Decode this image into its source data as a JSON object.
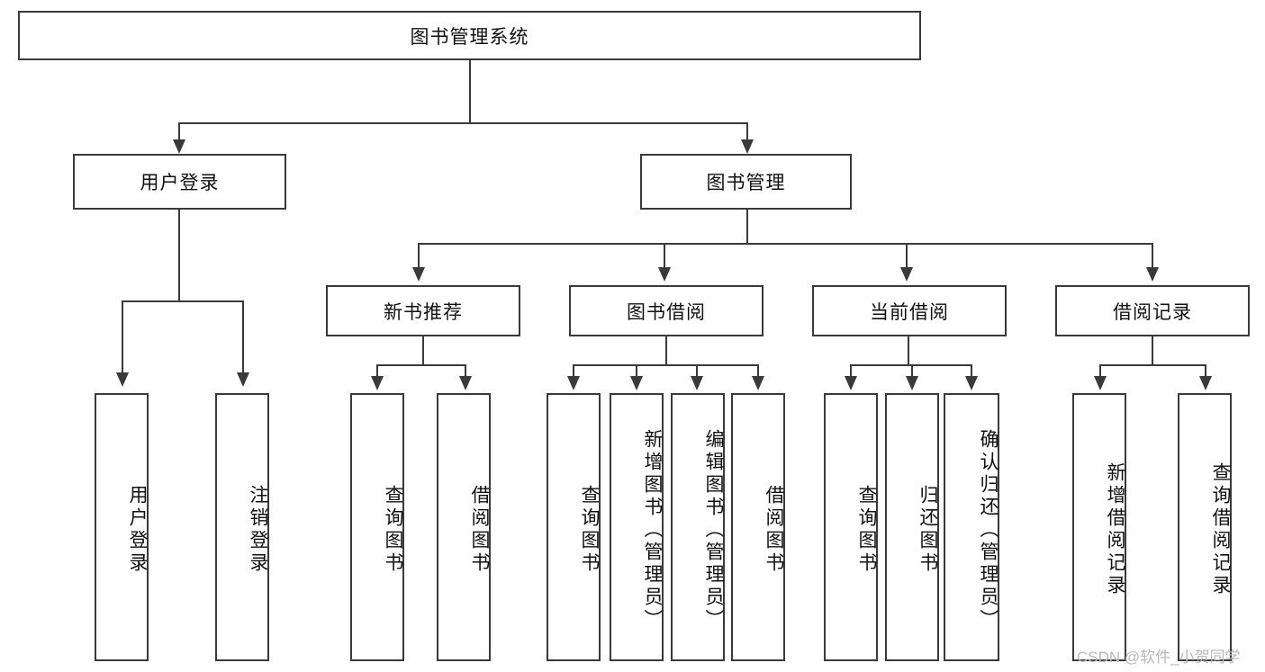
{
  "diagram": {
    "title": "图书管理系统",
    "type": "tree-hierarchy-diagram",
    "colors": {
      "line": "#3a3a3a",
      "box_fill": "#ffffff",
      "text": "#111111",
      "watermark": "#b9b9b9",
      "background": "#ffffff"
    },
    "root": {
      "label": "图书管理系统"
    },
    "level2": [
      {
        "label": "用户登录"
      },
      {
        "label": "图书管理"
      }
    ],
    "level3": [
      {
        "label": "新书推荐"
      },
      {
        "label": "图书借阅"
      },
      {
        "label": "当前借阅"
      },
      {
        "label": "借阅记录"
      }
    ],
    "leaves": {
      "user_login": [
        {
          "label": "用户登录"
        },
        {
          "label": "注销登录"
        }
      ],
      "new_book_recommend": [
        {
          "label": "查询图书"
        },
        {
          "label": "借阅图书"
        }
      ],
      "book_borrow": [
        {
          "label": "查询图书"
        },
        {
          "label": "新增图书（管理员）"
        },
        {
          "label": "编辑图书（管理员）"
        },
        {
          "label": "借阅图书"
        }
      ],
      "current_borrow": [
        {
          "label": "查询图书"
        },
        {
          "label": "归还图书"
        },
        {
          "label": "确认归还（管理员）"
        }
      ],
      "borrow_record": [
        {
          "label": "新增借阅记录"
        },
        {
          "label": "查询借阅记录"
        }
      ]
    }
  },
  "watermark": {
    "text": "CSDN @软件_小贺同学"
  }
}
